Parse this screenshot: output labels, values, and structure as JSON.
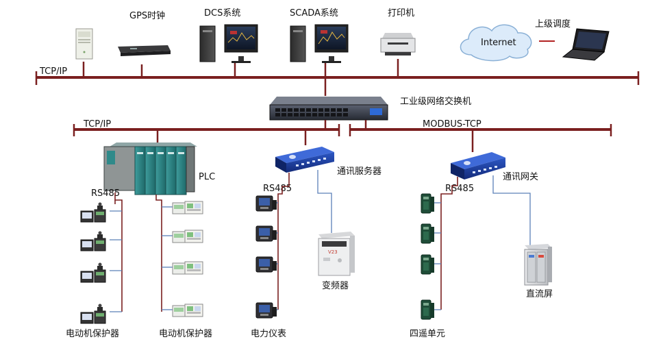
{
  "labels": {
    "gps": "GPS时钟",
    "dcs": "DCS系统",
    "scada": "SCADA系统",
    "printer": "打印机",
    "internet": "Internet",
    "dispatch": "上级调度",
    "tcpip_top": "TCP/IP",
    "switch": "工业级网络交换机",
    "tcpip_left": "TCP/IP",
    "modbus": "MODBUS-TCP",
    "plc": "PLC",
    "rs485_a": "RS485",
    "rs485_b": "RS485",
    "rs485_c": "RS485",
    "comm_server": "通讯服务器",
    "comm_gateway": "通讯网关",
    "motor_prot_1": "电动机保护器",
    "motor_prot_2": "电动机保护器",
    "power_meter": "电力仪表",
    "inverter": "变频器",
    "inverter_display": "V23",
    "remote_unit": "四遥单元",
    "dc_panel": "直流屏"
  },
  "colors": {
    "bus": "#7a1f1f",
    "field_wire": "#5b80b8",
    "plc_module": "#2f8a8a",
    "router": "#1f3f9c",
    "cloud": "#dcebfa"
  },
  "icons": {
    "server": "server-tower-icon",
    "gps": "gps-clock-rack-icon",
    "dcs": "workstation-icon",
    "scada": "workstation-icon",
    "printer": "printer-icon",
    "internet": "cloud-icon",
    "dispatch": "laptop-icon",
    "switch": "network-switch-icon",
    "plc": "plc-rack-icon",
    "comm_server": "serial-device-server-icon",
    "comm_gateway": "gateway-icon",
    "motor_protector": "motor-protector-icon",
    "relay_module": "relay-module-icon",
    "power_meter": "power-meter-icon",
    "inverter": "inverter-icon",
    "remote_unit": "remote-io-unit-icon",
    "dc_panel": "dc-cabinet-icon"
  }
}
